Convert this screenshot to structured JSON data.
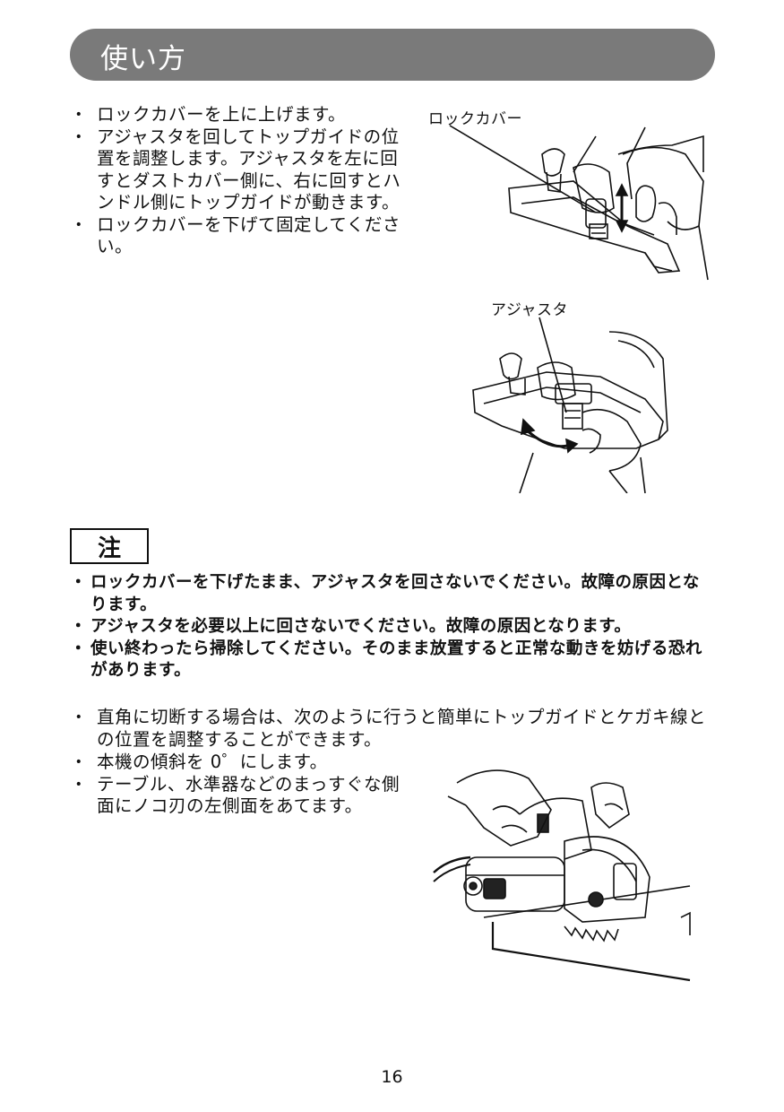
{
  "header": {
    "title": "使い方"
  },
  "steps_top": [
    "ロックカバーを上に上げます。",
    "アジャスタを回してトップガイドの位置を調整します。アジャスタを左に回すとダストカバー側に、右に回すとハンドル側にトップガイドが動きます。",
    "ロックカバーを下げて固定してください。"
  ],
  "figure1": {
    "label": "ロックカバー"
  },
  "figure2": {
    "label": "アジャスタ"
  },
  "note": {
    "heading": "注",
    "items": [
      "ロックカバーを下げたまま、アジャスタを回さないでください。故障の原因となります。",
      "アジャスタを必要以上に回さないでください。故障の原因となります。",
      "使い終わったら掃除してください。そのまま放置すると正常な動きを妨げる恐れがあります。"
    ]
  },
  "steps_bottom": [
    "直角に切断する場合は、次のように行うと簡単にトップガイドとケガキ線との位置を調整することができます。",
    "本機の傾斜を 0゜にします。",
    "テーブル、水準器などのまっすぐな側面にノコ刃の左側面をあてます。"
  ],
  "page_number": "16"
}
